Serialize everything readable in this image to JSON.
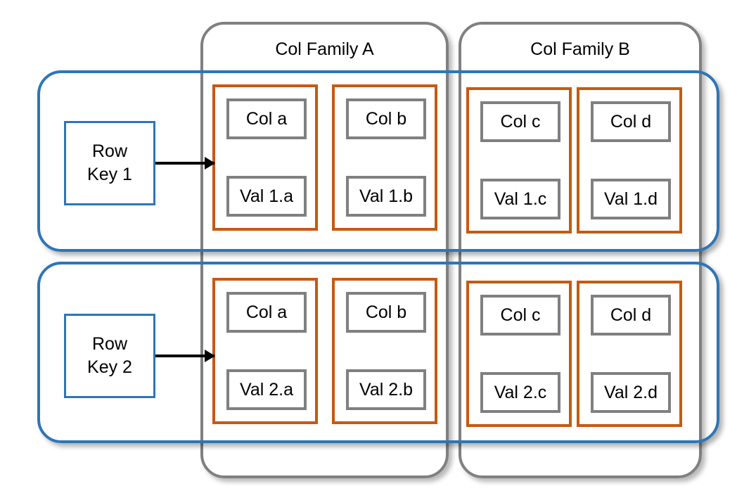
{
  "colors": {
    "row_border": "#2E75B6",
    "family_border": "#808080",
    "cell_border": "#C55A11",
    "inner_border": "#808080",
    "arrow": "#000000",
    "background": "#FFFFFF",
    "text": "#000000"
  },
  "column_families": [
    {
      "id": "a",
      "title": "Col Family A"
    },
    {
      "id": "b",
      "title": "Col Family B"
    }
  ],
  "rows": [
    {
      "key_line1": "Row",
      "key_line2": "Key 1",
      "cells": [
        {
          "column": "Col a",
          "value": "Val 1.a",
          "family": "Col Family A"
        },
        {
          "column": "Col b",
          "value": "Val 1.b",
          "family": "Col Family A"
        },
        {
          "column": "Col c",
          "value": "Val 1.c",
          "family": "Col Family B"
        },
        {
          "column": "Col d",
          "value": "Val 1.d",
          "family": "Col Family B"
        }
      ]
    },
    {
      "key_line1": "Row",
      "key_line2": "Key 2",
      "cells": [
        {
          "column": "Col a",
          "value": "Val 2.a",
          "family": "Col Family A"
        },
        {
          "column": "Col b",
          "value": "Val 2.b",
          "family": "Col Family A"
        },
        {
          "column": "Col c",
          "value": "Val 2.c",
          "family": "Col Family B"
        },
        {
          "column": "Col d",
          "value": "Val 2.d",
          "family": "Col Family B"
        }
      ]
    }
  ]
}
